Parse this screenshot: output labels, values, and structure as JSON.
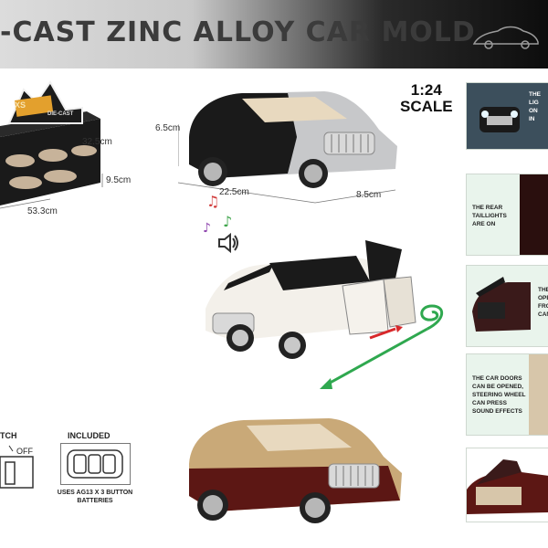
{
  "header": {
    "title": "-CAST ZINC ALLOY CAR MOLD",
    "icon": "car-silhouette-icon"
  },
  "display_box": {
    "brand": "XS",
    "subbrand": "DIE-CAST",
    "dimensions": {
      "width": "53.3cm",
      "depth": "32.5cm",
      "height": "9.5cm"
    }
  },
  "scale": {
    "ratio": "1:24",
    "word": "SCALE"
  },
  "car_main": {
    "height": "6.5cm",
    "length": "22.5cm",
    "width": "8.5cm"
  },
  "features": [
    {
      "lines": [
        "THE",
        "LIG",
        "ON",
        "IN"
      ],
      "image": "car-front-lights-on"
    },
    {
      "lines": [
        "THE REAR",
        "TAILLIGHTS",
        "ARE ON"
      ],
      "image": "car-rear-taillights"
    },
    {
      "lines": [
        "THE",
        "OPE",
        "FRO",
        "CAN"
      ],
      "image": "car-hood-open"
    },
    {
      "lines": [
        "THE CAR DOORS",
        "CAN BE OPENED,",
        "STEERING WHEEL",
        "CAN PRESS",
        "SOUND EFFECTS"
      ],
      "image": "car-interior-doors"
    },
    {
      "lines": [],
      "image": "car-trunk-open"
    }
  ],
  "bottom": {
    "switch_label": "TCH",
    "off_label": "OFF",
    "included_label": "INCLUDED",
    "battery_text_1": "USES AG13 X 3 BUTTON",
    "battery_text_2": "BATTERIES"
  },
  "colors": {
    "black": "#1a1a1a",
    "silver": "#c7c8ca",
    "burgundy": "#5c1714",
    "gold": "#c9a978",
    "green_arrow": "#2fa84f",
    "red_arrow": "#d8282a",
    "feature_bg": "#e9f4ec"
  }
}
